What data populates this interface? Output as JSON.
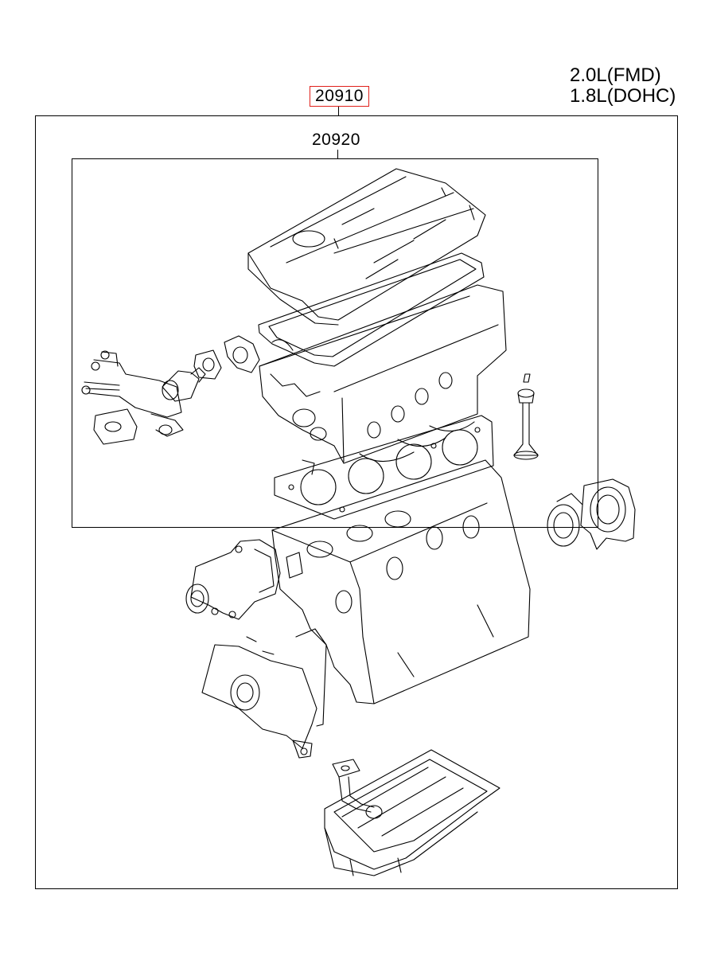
{
  "engine_specs": [
    "2.0L(FMD)",
    "1.8L(DOHC)"
  ],
  "callouts": {
    "outer": {
      "part_number": "20910",
      "highlight_color": "#e0201b"
    },
    "inner": {
      "part_number": "20920"
    }
  },
  "components": [
    "cylinder-head-cover",
    "head-cover-gasket",
    "cylinder-head",
    "cylinder-head-gasket",
    "valve",
    "valve-stem-seal",
    "egr-pipe-assembly",
    "thermostat-housing",
    "rear-oil-seal-case",
    "cylinder-block",
    "water-pump",
    "oil-pump-front-case",
    "oil-pan",
    "oil-strainer"
  ]
}
